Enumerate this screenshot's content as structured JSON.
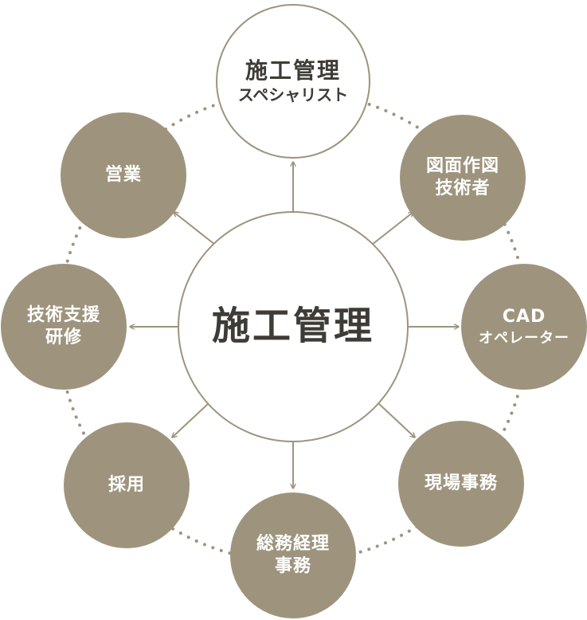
{
  "colors": {
    "accent": "#9e947d",
    "text_dark": "#3f3c37",
    "background": "#ffffff"
  },
  "center": {
    "label": "施工管理"
  },
  "top": {
    "line1": "施工管理",
    "line2": "スペシャリスト"
  },
  "nodes": {
    "drawing": {
      "line1": "図面作図",
      "line2": "技術者"
    },
    "cad": {
      "line1": "CAD",
      "line2": "オペレーター"
    },
    "site_office": {
      "line1": "現場事務"
    },
    "admin": {
      "line1": "総務経理",
      "line2": "事務"
    },
    "recruit": {
      "line1": "採用"
    },
    "training": {
      "line1": "技術支援",
      "line2": "研修"
    },
    "sales": {
      "line1": "営業"
    }
  }
}
